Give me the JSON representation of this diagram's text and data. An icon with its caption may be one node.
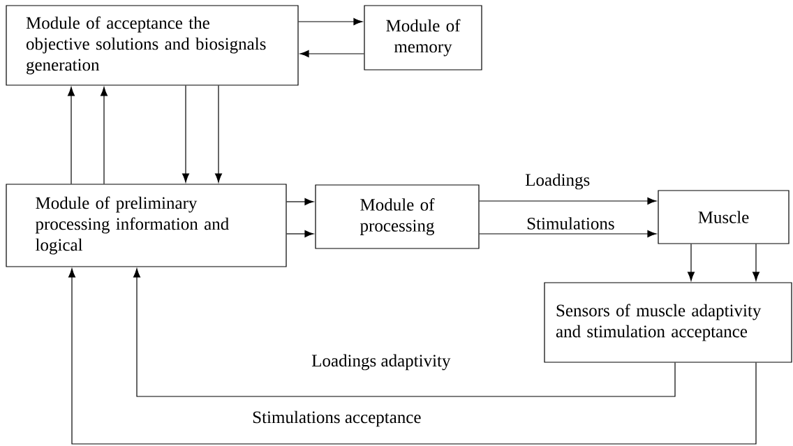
{
  "diagram": {
    "nodes": [
      {
        "text": [
          "Module of acceptance the objective solutions and biosignals generation"
        ]
      },
      {
        "text": [
          "Module of memory"
        ]
      },
      {
        "text": [
          "Module of preliminary processing information and logical"
        ]
      },
      {
        "text": [
          "Module of processing"
        ]
      },
      {
        "text": [
          "Muscle"
        ]
      },
      {
        "text": [
          "Sensors of muscle adaptivity and stimulation acceptance"
        ]
      }
    ],
    "edges": [
      {
        "from": 0,
        "to": 1,
        "arrow": "to"
      },
      {
        "from": 1,
        "to": 0,
        "arrow": "to"
      },
      {
        "from": 2,
        "to": 0,
        "arrow": "to"
      },
      {
        "from": 2,
        "to": 0,
        "arrow": "to"
      },
      {
        "from": 0,
        "to": 2,
        "arrow": "to"
      },
      {
        "from": 0,
        "to": 2,
        "arrow": "to"
      },
      {
        "from": 2,
        "to": 3,
        "arrow": "to"
      },
      {
        "from": 2,
        "to": 3,
        "arrow": "to"
      },
      {
        "from": 3,
        "to": 4,
        "arrow": "to",
        "label": "Loadings"
      },
      {
        "from": 3,
        "to": 4,
        "arrow": "to",
        "label": "Stimulations"
      },
      {
        "from": 4,
        "to": 5,
        "arrow": "to"
      },
      {
        "from": 4,
        "to": 5,
        "arrow": "to"
      },
      {
        "from": 5,
        "to": 2,
        "arrow": "to",
        "label": "Loadings adaptivity"
      },
      {
        "from": 5,
        "to": 2,
        "arrow": "to",
        "label": "Stimulations acceptance"
      }
    ]
  }
}
